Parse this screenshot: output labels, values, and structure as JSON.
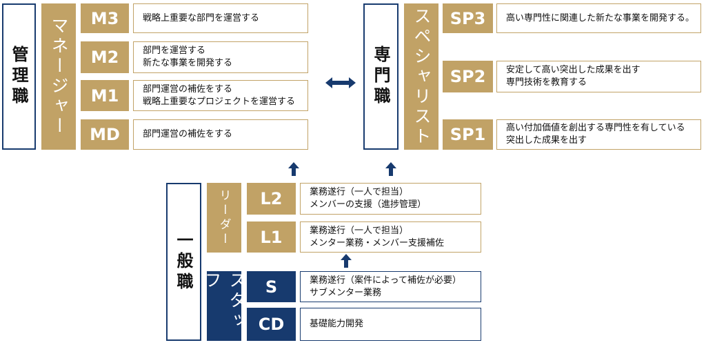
{
  "colors": {
    "navy": "#173a6e",
    "gold": "#c1a266"
  },
  "management": {
    "category": "管理職",
    "band": "マネージャー",
    "levels": [
      {
        "code": "M3",
        "lines": [
          "戦略上重要な部門を運営する"
        ]
      },
      {
        "code": "M2",
        "lines": [
          "部門を運営する",
          "新たな事業を開発する"
        ]
      },
      {
        "code": "M1",
        "lines": [
          "部門運営の補佐をする",
          "戦略上重要なプロジェクトを運営する"
        ]
      },
      {
        "code": "MD",
        "lines": [
          "部門運営の補佐をする"
        ]
      }
    ]
  },
  "connector_icon": "double-arrow-icon",
  "specialist": {
    "category": "専門職",
    "band": "スペシャリスト",
    "levels": [
      {
        "code": "SP3",
        "lines": [
          "高い専門性に関連した新たな事業を開発する。"
        ]
      },
      {
        "code": "SP2",
        "lines": [
          "安定して高い突出した成果を出す",
          "専門技術を教育する"
        ]
      },
      {
        "code": "SP1",
        "lines": [
          "高い付加価値を創出する専門性を有している",
          "突出した成果を出す"
        ]
      }
    ]
  },
  "general": {
    "category": "一般職",
    "leader_band": "リーダー",
    "leader_levels": [
      {
        "code": "L2",
        "lines": [
          "業務遂行（一人で担当）",
          "メンバーの支援（進捗管理）"
        ]
      },
      {
        "code": "L1",
        "lines": [
          "業務遂行（一人で担当）",
          "メンター業務・メンバー支援補佐"
        ]
      }
    ],
    "staff_band": "スタッフ",
    "staff_levels": [
      {
        "code": "S",
        "lines": [
          "業務遂行（案件によって補佐が必要）",
          "サブメンター業務"
        ]
      },
      {
        "code": "CD",
        "lines": [
          "基礎能力開発"
        ]
      }
    ]
  }
}
